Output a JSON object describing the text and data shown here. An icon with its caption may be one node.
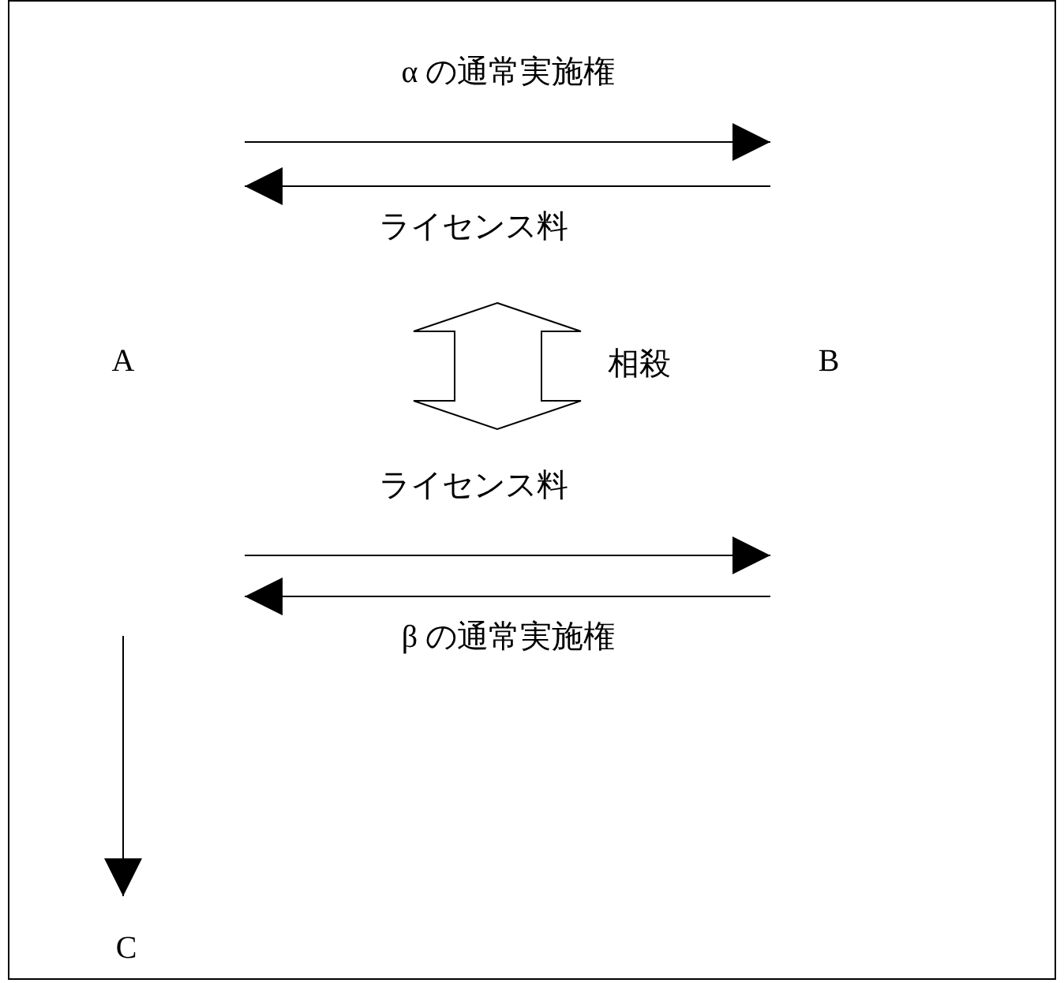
{
  "diagram": {
    "labels": [
      "α の通常実施権",
      "ライセンス料",
      "A",
      "相殺",
      "B",
      "ライセンス料",
      "β の通常実施権",
      "C"
    ]
  }
}
